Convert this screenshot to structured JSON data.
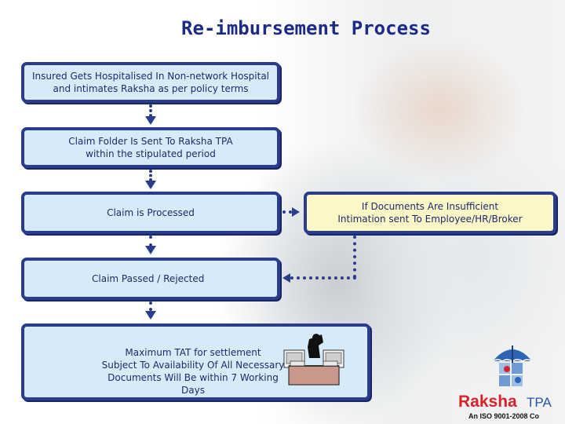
{
  "title": "Re-imbursement Process",
  "steps": {
    "step1": {
      "line1": "Insured Gets Hospitalised In Non-network Hospital",
      "line2": "and intimates Raksha as per policy terms"
    },
    "step2": {
      "line1": "Claim Folder Is Sent To Raksha TPA",
      "line2": "within the stipulated period"
    },
    "step3": {
      "line1": "Claim is Processed"
    },
    "step4": {
      "line1": "Claim  Passed / Rejected"
    },
    "step5": {
      "line1": "Maximum TAT for settlement",
      "line2": "Subject  To Availability  Of All Necessary",
      "line3": "Documents Will Be within 7 Working  Days"
    }
  },
  "side_note": {
    "line1": "If Documents Are Insufficient",
    "line2": "Intimation sent To Employee/HR/Broker"
  },
  "brand": {
    "name": "Raksha",
    "suffix": "TPA",
    "tagline": "An ISO 9001-2008 Co"
  },
  "icons": {
    "logo": "umbrella-hands-logo-icon",
    "clipart": "person-at-desk-icon"
  },
  "colors": {
    "title": "#1d2a86",
    "box_fill": "#d6ebf7",
    "box_border": "#2b3c8c",
    "note_fill": "#fbf7c6",
    "brand_red": "#d8232a",
    "brand_blue": "#2b56a8"
  }
}
